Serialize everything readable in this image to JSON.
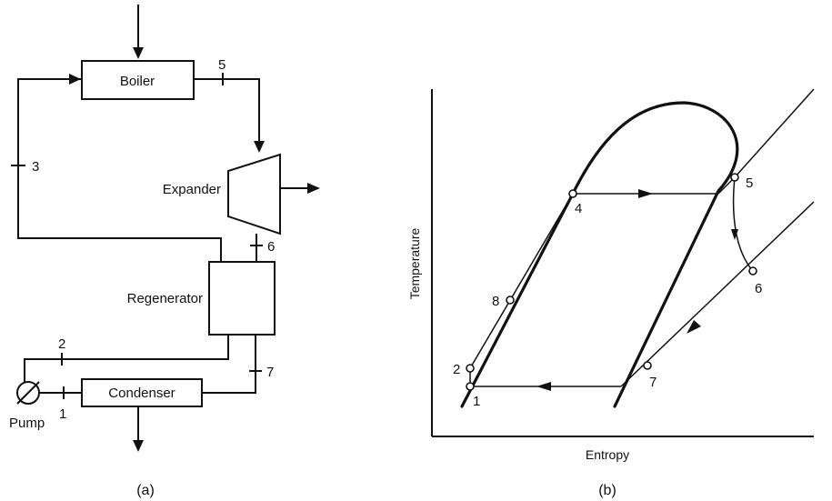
{
  "schematic": {
    "boiler": "Boiler",
    "expander": "Expander",
    "regenerator": "Regenerator",
    "condenser": "Condenser",
    "pump": "Pump",
    "states": {
      "s1": "1",
      "s2": "2",
      "s3": "3",
      "s5": "5",
      "s6": "6",
      "s7": "7"
    },
    "caption": "(a)"
  },
  "ts_diagram": {
    "x_axis_label": "Entropy",
    "y_axis_label": "Temperature",
    "states": {
      "s1": "1",
      "s2": "2",
      "s4": "4",
      "s5": "5",
      "s6": "6",
      "s7": "7",
      "s8": "8"
    },
    "caption": "(b)"
  }
}
